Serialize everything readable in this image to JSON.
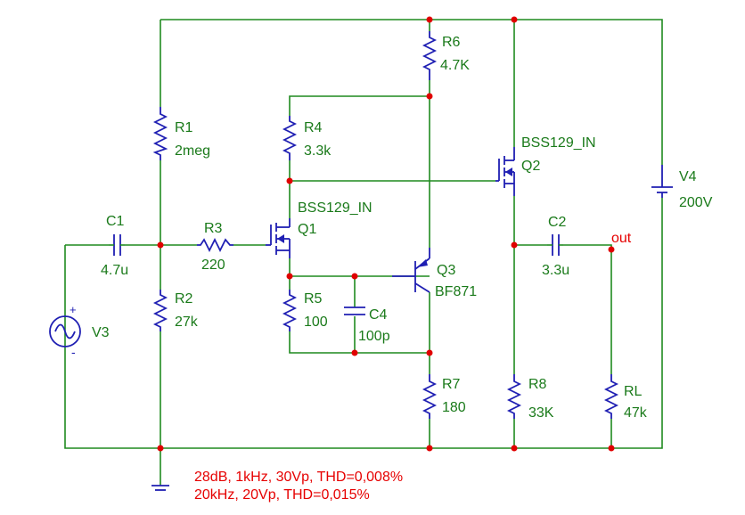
{
  "components": {
    "R1": {
      "name": "R1",
      "value": "2meg"
    },
    "R2": {
      "name": "R2",
      "value": "27k"
    },
    "R3": {
      "name": "R3",
      "value": "220"
    },
    "R4": {
      "name": "R4",
      "value": "3.3k"
    },
    "R5": {
      "name": "R5",
      "value": "100"
    },
    "R6": {
      "name": "R6",
      "value": "4.7K"
    },
    "R7": {
      "name": "R7",
      "value": "180"
    },
    "R8": {
      "name": "R8",
      "value": "33K"
    },
    "RL": {
      "name": "RL",
      "value": "47k"
    },
    "C1": {
      "name": "C1",
      "value": "4.7u"
    },
    "C2": {
      "name": "C2",
      "value": "3.3u"
    },
    "C4": {
      "name": "C4",
      "value": "100p"
    },
    "Q1": {
      "name": "Q1",
      "model": "BSS129_IN"
    },
    "Q2": {
      "name": "Q2",
      "model": "BSS129_IN"
    },
    "Q3": {
      "name": "Q3",
      "model": "BF871"
    },
    "V3": {
      "name": "V3"
    },
    "V4": {
      "name": "V4",
      "value": "200V"
    }
  },
  "node_labels": {
    "out": "out"
  },
  "source_signs": {
    "plus": "+",
    "minus": "-"
  },
  "notes": [
    "28dB, 1kHz, 30Vp, THD=0,008%",
    "20kHz, 20Vp, THD=0,015%"
  ],
  "colors": {
    "wire": "#1f8a1f",
    "component": "#1f1fb3",
    "junction": "#e00000",
    "note": "#e60000"
  }
}
